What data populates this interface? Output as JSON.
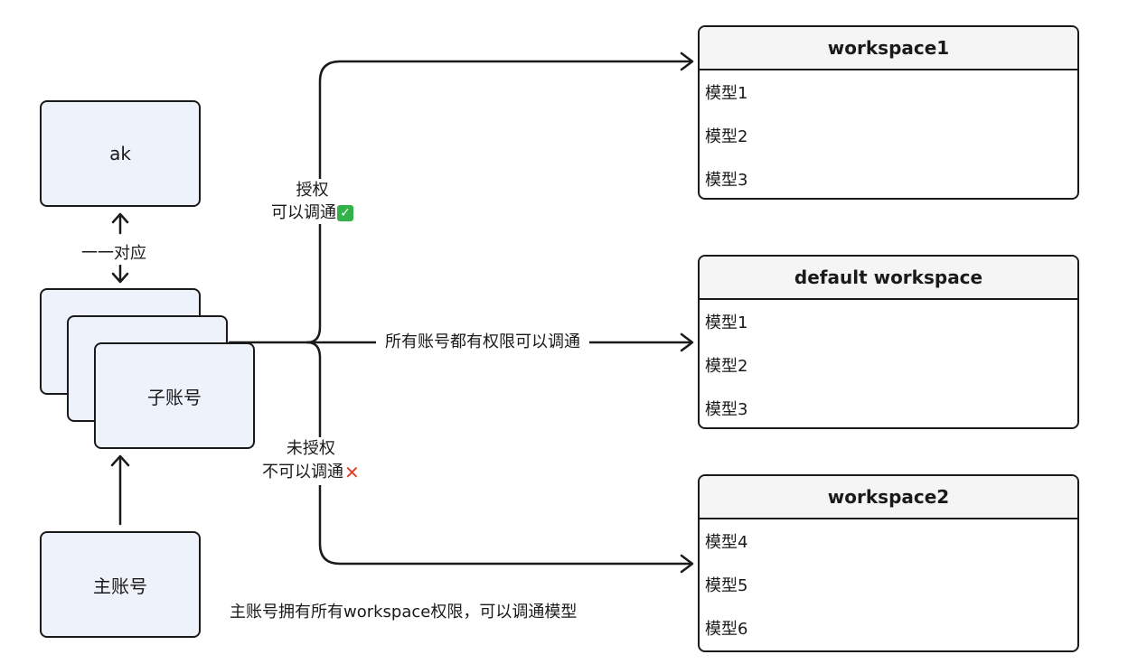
{
  "boxes": {
    "ak": "ak",
    "sub_account": "子账号",
    "main_account": "主账号"
  },
  "labels": {
    "one_to_one": "一一对应",
    "authorized_line1": "授权",
    "authorized_line2": "可以调通",
    "unauthorized_line1": "未授权",
    "unauthorized_line2": "不可以调通",
    "default_access": "所有账号都有权限可以调通",
    "main_note": "主账号拥有所有workspace权限，可以调通模型"
  },
  "icons": {
    "authorized": "check-mark-icon",
    "unauthorized": "cross-mark-icon",
    "check_glyph": "✓",
    "cross_glyph": "✕"
  },
  "workspaces": [
    {
      "title": "workspace1",
      "models": [
        "模型1",
        "模型2",
        "模型3"
      ]
    },
    {
      "title": "default workspace",
      "models": [
        "模型1",
        "模型2",
        "模型3"
      ]
    },
    {
      "title": "workspace2",
      "models": [
        "模型4",
        "模型5",
        "模型6"
      ]
    }
  ],
  "colors": {
    "box_fill": "#eef2fb",
    "stroke": "#1a1a1a",
    "check": "#32b24a",
    "cross": "#e0402f"
  }
}
